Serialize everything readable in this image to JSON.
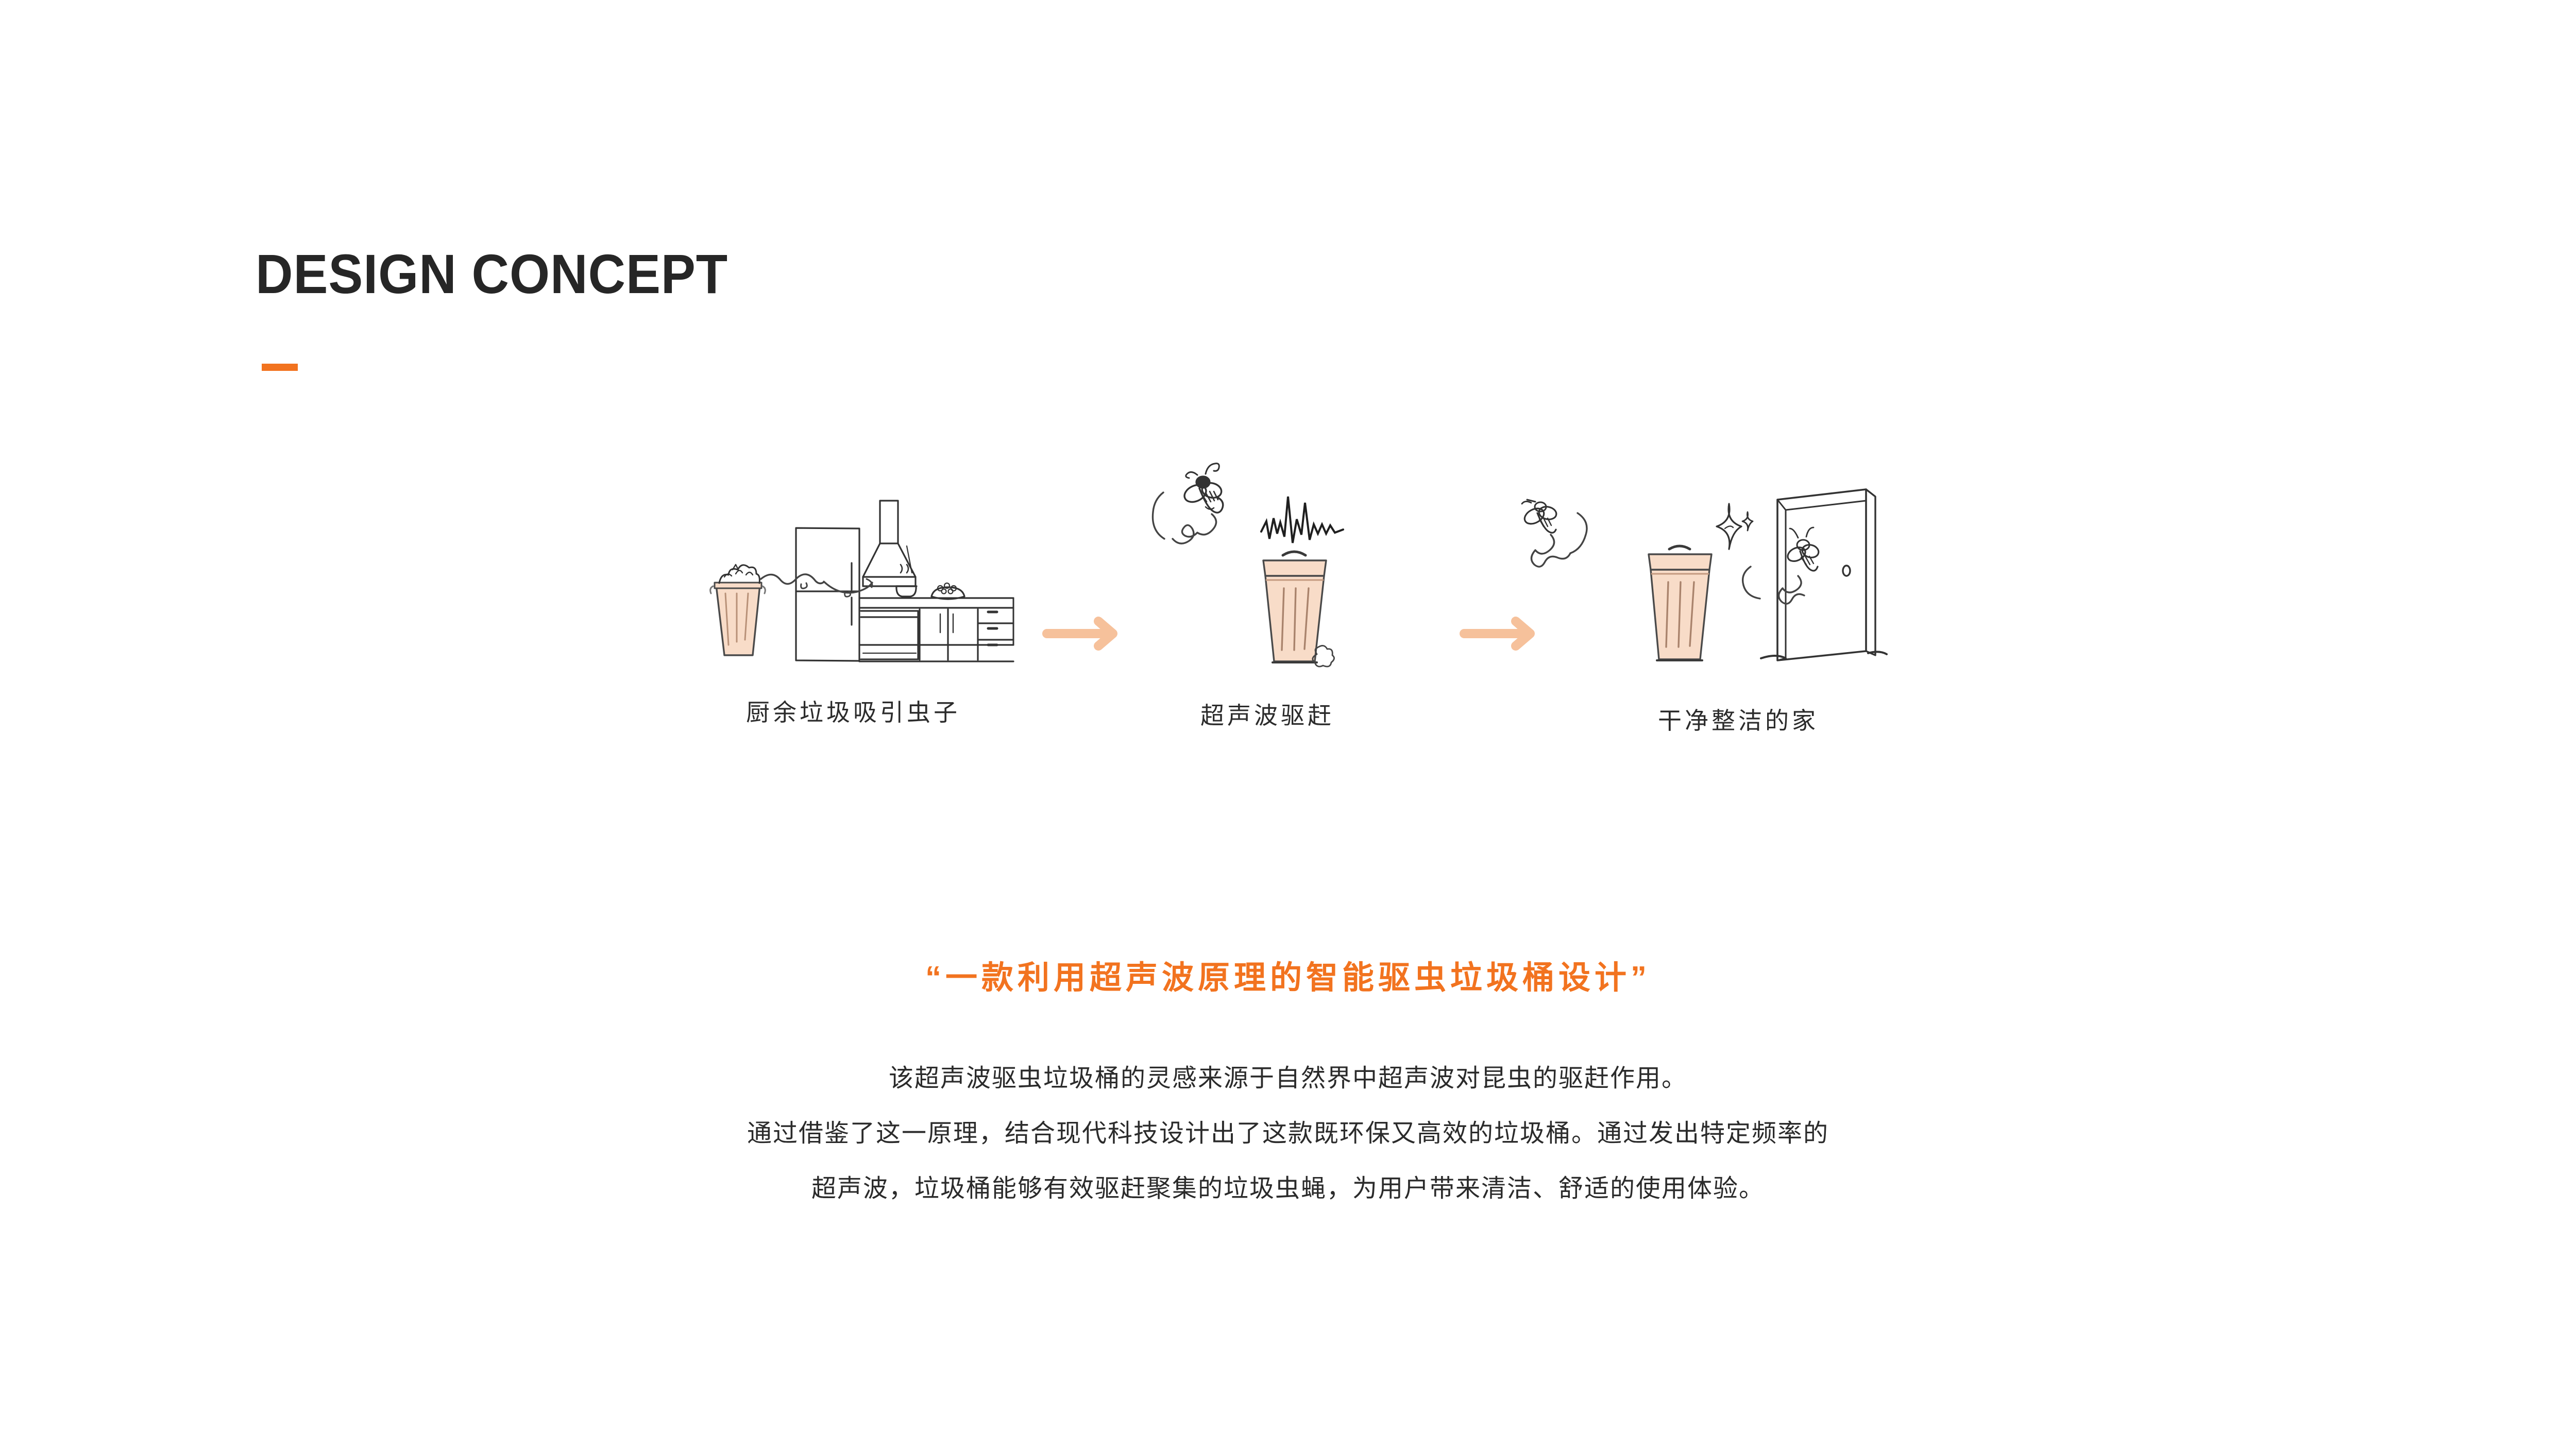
{
  "slide": {
    "title": "DESIGN CONCEPT",
    "accent_color": "#F2731F",
    "arrow_color": "#F6C19B",
    "bin_fill_color": "#F8DCC8",
    "ink_color": "#333333",
    "background_color": "#FFFFFF"
  },
  "process": {
    "steps": [
      {
        "caption": "厨余垃圾吸引虫子",
        "art_name": "kitchen-with-overflowing-trash-illustration"
      },
      {
        "caption": "超声波驱赶",
        "art_name": "fly-and-ultrasonic-bin-illustration"
      },
      {
        "caption": "干净整洁的家",
        "art_name": "clean-home-with-bin-and-door-illustration"
      }
    ],
    "arrows": [
      {
        "name": "flow-arrow-1"
      },
      {
        "name": "flow-arrow-2"
      }
    ]
  },
  "statement": {
    "text": "“一款利用超声波原理的智能驱虫垃圾桶设计”"
  },
  "body": {
    "lines": [
      "该超声波驱虫垃圾桶的灵感来源于自然界中超声波对昆虫的驱赶作用。",
      "通过借鉴了这一原理，结合现代科技设计出了这款既环保又高效的垃圾桶。通过发出特定频率的",
      "超声波，垃圾桶能够有效驱赶聚集的垃圾虫蝇，为用户带来清洁、舒适的使用体验。"
    ]
  }
}
